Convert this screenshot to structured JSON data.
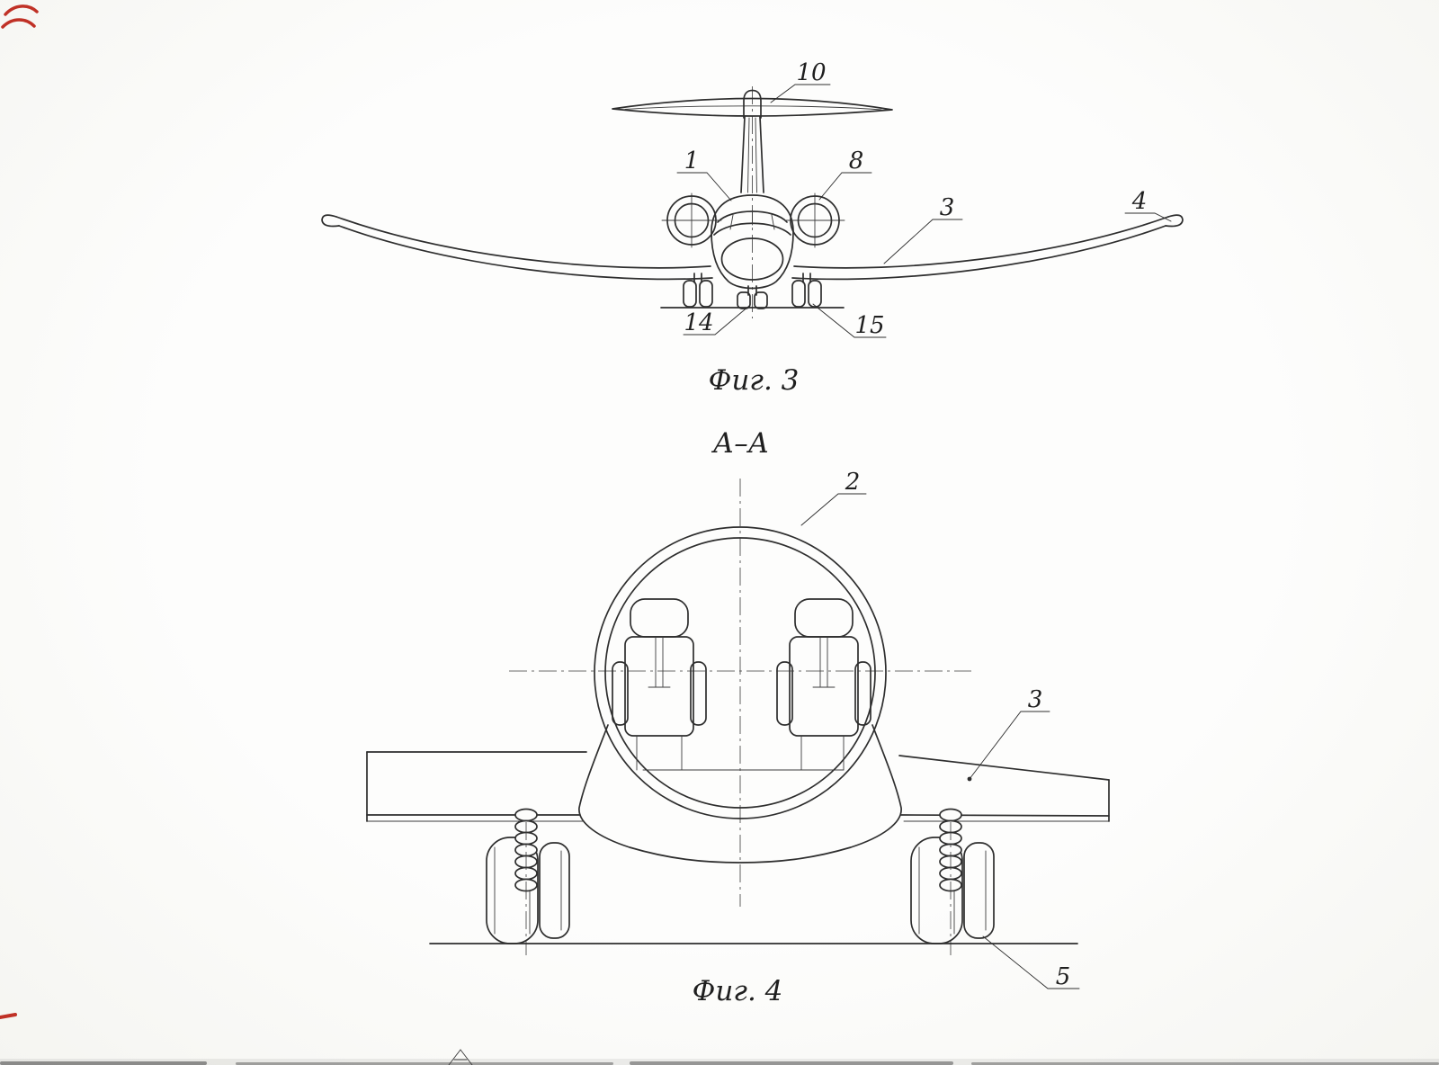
{
  "colors": {
    "ink": "#2e2e2e",
    "paper": "#fcfcfb",
    "red_mark": "#c03126"
  },
  "figure3": {
    "caption": "Фиг. 3",
    "labels": [
      {
        "id": "tail-fairing",
        "text": "10"
      },
      {
        "id": "cockpit",
        "text": "1"
      },
      {
        "id": "engine-nacelle",
        "text": "8"
      },
      {
        "id": "wing",
        "text": "3"
      },
      {
        "id": "wingtip",
        "text": "4"
      },
      {
        "id": "nose-gear",
        "text": "14"
      },
      {
        "id": "main-gear",
        "text": "15"
      }
    ]
  },
  "figure4": {
    "section_title": "А–А",
    "caption": "Фиг. 4",
    "labels": [
      {
        "id": "fuselage-section",
        "text": "2"
      },
      {
        "id": "wing-section",
        "text": "3"
      },
      {
        "id": "wheel",
        "text": "5"
      }
    ]
  }
}
